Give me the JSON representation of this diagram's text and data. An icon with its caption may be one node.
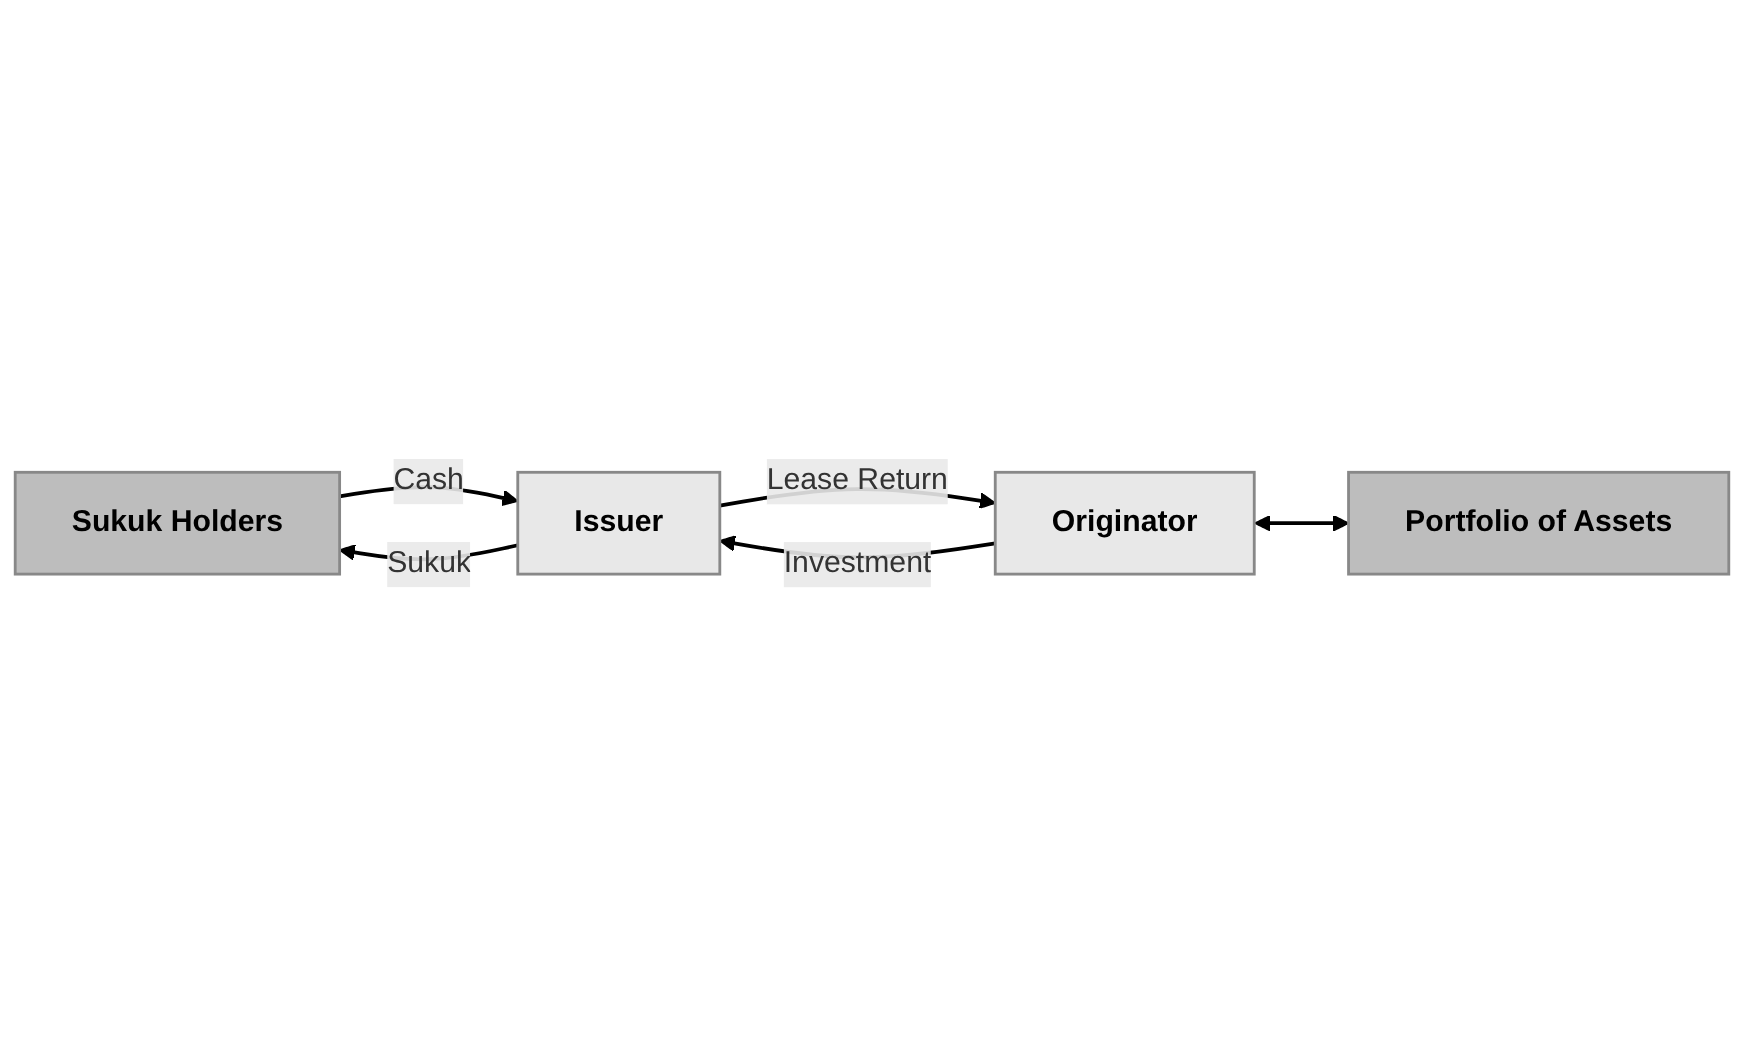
{
  "diagram": {
    "nodes": [
      {
        "text": [
          "Sukuk Holders"
        ]
      },
      {
        "text": [
          "Issuer"
        ]
      },
      {
        "text": [
          "Originator"
        ]
      },
      {
        "text": [
          "Portfolio of Assets"
        ]
      }
    ],
    "edges": [
      {
        "from": 1,
        "to": 0,
        "arrow": "to",
        "label": "Sukuk"
      },
      {
        "from": 0,
        "to": 1,
        "arrow": "to",
        "label": "Cash"
      },
      {
        "from": 2,
        "to": 1,
        "arrow": "to",
        "label": "Investment"
      },
      {
        "from": 1,
        "to": 2,
        "arrow": "to",
        "label": "Lease Return"
      },
      {
        "from": 2,
        "to": 3,
        "arrow": "both"
      }
    ]
  }
}
